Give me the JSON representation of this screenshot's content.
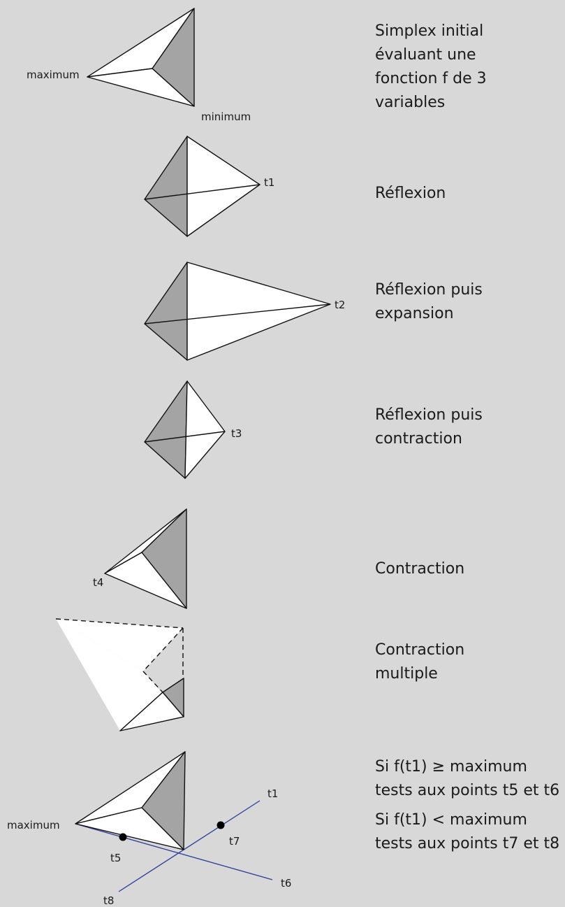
{
  "captions": [
    {
      "lines": [
        "Simplex initial",
        "évaluant une",
        "fonction f de 3",
        "variables"
      ]
    },
    {
      "lines": [
        "Réflexion"
      ]
    },
    {
      "lines": [
        "Réflexion puis",
        "expansion"
      ]
    },
    {
      "lines": [
        "Réflexion puis",
        "contraction"
      ]
    },
    {
      "lines": [
        "Contraction"
      ]
    },
    {
      "lines": [
        "Contraction",
        "multiple"
      ]
    },
    {
      "lines": [
        "Si  f(t1) ≥ maximum",
        "tests aux points t5 et t6",
        "",
        "Si  f(t1) < maximum",
        "tests aux points t7 et t8"
      ]
    }
  ],
  "labels": {
    "maximum": "maximum",
    "minimum": "minimum",
    "t1": "t1",
    "t2": "t2",
    "t3": "t3",
    "t4": "t4",
    "t5": "t5",
    "t6": "t6",
    "t7": "t7",
    "t8": "t8",
    "maximum_bottom": "maximum",
    "t1_axis": "t1"
  },
  "colors": {
    "background": "#d9d8d8",
    "shade": "#a5a4a4",
    "axis": "#2a3e9a"
  }
}
